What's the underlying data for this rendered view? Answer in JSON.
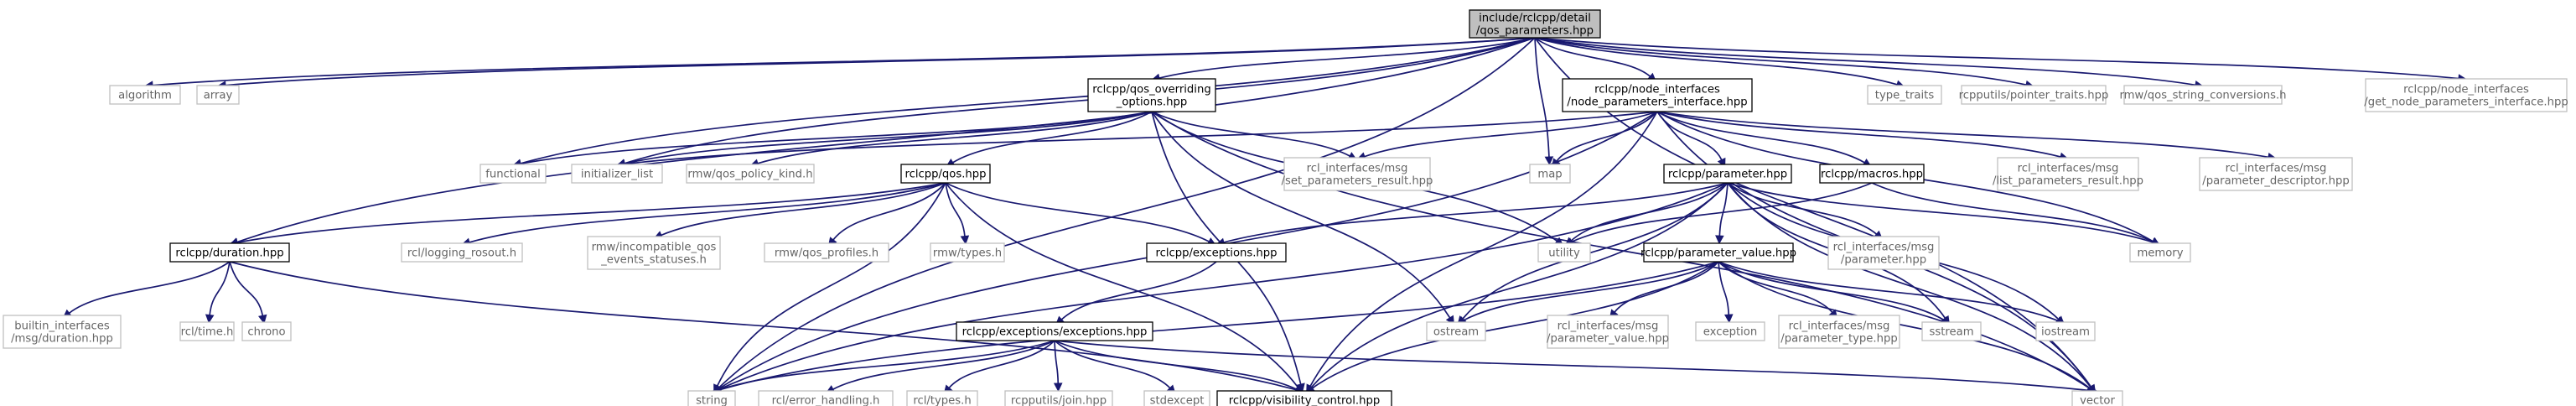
{
  "nodes": [
    {
      "id": "main",
      "lines": [
        "include/rclcpp/detail",
        "/qos_parameters.hpp"
      ],
      "kind": "main"
    },
    {
      "id": "algorithm",
      "lines": [
        "algorithm"
      ],
      "kind": "ext"
    },
    {
      "id": "array",
      "lines": [
        "array"
      ],
      "kind": "ext"
    },
    {
      "id": "qos_overriding",
      "lines": [
        "rclcpp/qos_overriding",
        "_options.hpp"
      ],
      "kind": "local"
    },
    {
      "id": "node_params_iface",
      "lines": [
        "rclcpp/node_interfaces",
        "/node_parameters_interface.hpp"
      ],
      "kind": "local"
    },
    {
      "id": "type_traits",
      "lines": [
        "type_traits"
      ],
      "kind": "ext"
    },
    {
      "id": "pointer_traits",
      "lines": [
        "rcpputils/pointer_traits.hpp"
      ],
      "kind": "ext"
    },
    {
      "id": "qos_string_conv",
      "lines": [
        "rmw/qos_string_conversions.h"
      ],
      "kind": "ext"
    },
    {
      "id": "get_node_params_iface",
      "lines": [
        "rclcpp/node_interfaces",
        "/get_node_parameters_interface.hpp"
      ],
      "kind": "ext"
    },
    {
      "id": "functional",
      "lines": [
        "functional"
      ],
      "kind": "ext"
    },
    {
      "id": "initializer_list",
      "lines": [
        "initializer_list"
      ],
      "kind": "ext"
    },
    {
      "id": "qos_policy_kind",
      "lines": [
        "rmw/qos_policy_kind.h"
      ],
      "kind": "ext"
    },
    {
      "id": "set_params_result",
      "lines": [
        "rcl_interfaces/msg",
        "/set_parameters_result.hpp"
      ],
      "kind": "ext"
    },
    {
      "id": "map",
      "lines": [
        "map"
      ],
      "kind": "ext"
    },
    {
      "id": "list_params_result",
      "lines": [
        "rcl_interfaces/msg",
        "/list_parameters_result.hpp"
      ],
      "kind": "ext"
    },
    {
      "id": "param_descriptor",
      "lines": [
        "rcl_interfaces/msg",
        "/parameter_descriptor.hpp"
      ],
      "kind": "ext"
    },
    {
      "id": "qos",
      "lines": [
        "rclcpp/qos.hpp"
      ],
      "kind": "local"
    },
    {
      "id": "parameter",
      "lines": [
        "rclcpp/parameter.hpp"
      ],
      "kind": "local"
    },
    {
      "id": "macros",
      "lines": [
        "rclcpp/macros.hpp"
      ],
      "kind": "local"
    },
    {
      "id": "duration",
      "lines": [
        "rclcpp/duration.hpp"
      ],
      "kind": "local"
    },
    {
      "id": "logging_rosout",
      "lines": [
        "rcl/logging_rosout.h"
      ],
      "kind": "ext"
    },
    {
      "id": "incompatible_qos",
      "lines": [
        "rmw/incompatible_qos",
        "_events_statuses.h"
      ],
      "kind": "ext"
    },
    {
      "id": "qos_profiles",
      "lines": [
        "rmw/qos_profiles.h"
      ],
      "kind": "ext"
    },
    {
      "id": "rmw_types",
      "lines": [
        "rmw/types.h"
      ],
      "kind": "ext"
    },
    {
      "id": "exceptions_hpp",
      "lines": [
        "rclcpp/exceptions.hpp"
      ],
      "kind": "local"
    },
    {
      "id": "utility",
      "lines": [
        "utility"
      ],
      "kind": "ext"
    },
    {
      "id": "parameter_value",
      "lines": [
        "rclcpp/parameter_value.hpp"
      ],
      "kind": "local"
    },
    {
      "id": "msg_parameter",
      "lines": [
        "rcl_interfaces/msg",
        "/parameter.hpp"
      ],
      "kind": "ext"
    },
    {
      "id": "memory",
      "lines": [
        "memory"
      ],
      "kind": "ext"
    },
    {
      "id": "builtin_duration",
      "lines": [
        "builtin_interfaces",
        "/msg/duration.hpp"
      ],
      "kind": "ext"
    },
    {
      "id": "rcl_time",
      "lines": [
        "rcl/time.h"
      ],
      "kind": "ext"
    },
    {
      "id": "chrono",
      "lines": [
        "chrono"
      ],
      "kind": "ext"
    },
    {
      "id": "exceptions_exceptions",
      "lines": [
        "rclcpp/exceptions/exceptions.hpp"
      ],
      "kind": "local"
    },
    {
      "id": "ostream",
      "lines": [
        "ostream"
      ],
      "kind": "ext"
    },
    {
      "id": "param_value_msg",
      "lines": [
        "rcl_interfaces/msg",
        "/parameter_value.hpp"
      ],
      "kind": "ext"
    },
    {
      "id": "exception",
      "lines": [
        "exception"
      ],
      "kind": "ext"
    },
    {
      "id": "param_type_msg",
      "lines": [
        "rcl_interfaces/msg",
        "/parameter_type.hpp"
      ],
      "kind": "ext"
    },
    {
      "id": "sstream",
      "lines": [
        "sstream"
      ],
      "kind": "ext"
    },
    {
      "id": "iostream",
      "lines": [
        "iostream"
      ],
      "kind": "ext"
    },
    {
      "id": "string",
      "lines": [
        "string"
      ],
      "kind": "ext"
    },
    {
      "id": "error_handling",
      "lines": [
        "rcl/error_handling.h"
      ],
      "kind": "ext"
    },
    {
      "id": "rcl_types",
      "lines": [
        "rcl/types.h"
      ],
      "kind": "ext"
    },
    {
      "id": "rcpputils_join",
      "lines": [
        "rcpputils/join.hpp"
      ],
      "kind": "ext"
    },
    {
      "id": "stdexcept",
      "lines": [
        "stdexcept"
      ],
      "kind": "ext"
    },
    {
      "id": "visibility_control",
      "lines": [
        "rclcpp/visibility_control.hpp"
      ],
      "kind": "local"
    },
    {
      "id": "vector",
      "lines": [
        "vector"
      ],
      "kind": "ext"
    }
  ],
  "edges": [
    [
      "main",
      "algorithm"
    ],
    [
      "main",
      "array"
    ],
    [
      "main",
      "qos_overriding"
    ],
    [
      "main",
      "node_params_iface"
    ],
    [
      "main",
      "type_traits"
    ],
    [
      "main",
      "pointer_traits"
    ],
    [
      "main",
      "qos_string_conv"
    ],
    [
      "main",
      "get_node_params_iface"
    ],
    [
      "main",
      "functional"
    ],
    [
      "main",
      "initializer_list"
    ],
    [
      "main",
      "map"
    ],
    [
      "main",
      "duration"
    ],
    [
      "main",
      "string"
    ],
    [
      "main",
      "vector"
    ],
    [
      "qos_overriding",
      "functional"
    ],
    [
      "qos_overriding",
      "initializer_list"
    ],
    [
      "qos_overriding",
      "qos_policy_kind"
    ],
    [
      "qos_overriding",
      "set_params_result"
    ],
    [
      "qos_overriding",
      "qos"
    ],
    [
      "qos_overriding",
      "utility"
    ],
    [
      "qos_overriding",
      "ostream"
    ],
    [
      "qos_overriding",
      "visibility_control"
    ],
    [
      "qos_overriding",
      "vector"
    ],
    [
      "node_params_iface",
      "map"
    ],
    [
      "node_params_iface",
      "set_params_result"
    ],
    [
      "node_params_iface",
      "list_params_result"
    ],
    [
      "node_params_iface",
      "param_descriptor"
    ],
    [
      "node_params_iface",
      "parameter"
    ],
    [
      "node_params_iface",
      "macros"
    ],
    [
      "node_params_iface",
      "memory"
    ],
    [
      "node_params_iface",
      "visibility_control"
    ],
    [
      "node_params_iface",
      "initializer_list"
    ],
    [
      "node_params_iface",
      "string"
    ],
    [
      "node_params_iface",
      "vector"
    ],
    [
      "qos",
      "logging_rosout"
    ],
    [
      "qos",
      "incompatible_qos"
    ],
    [
      "qos",
      "qos_profiles"
    ],
    [
      "qos",
      "rmw_types"
    ],
    [
      "qos",
      "duration"
    ],
    [
      "qos",
      "exceptions_hpp"
    ],
    [
      "qos",
      "visibility_control"
    ],
    [
      "qos",
      "string"
    ],
    [
      "parameter",
      "exceptions_hpp"
    ],
    [
      "parameter",
      "parameter_value"
    ],
    [
      "parameter",
      "msg_parameter"
    ],
    [
      "parameter",
      "utility"
    ],
    [
      "parameter",
      "memory"
    ],
    [
      "parameter",
      "ostream"
    ],
    [
      "parameter",
      "sstream"
    ],
    [
      "parameter",
      "iostream"
    ],
    [
      "parameter",
      "vector"
    ],
    [
      "parameter",
      "visibility_control"
    ],
    [
      "parameter",
      "string"
    ],
    [
      "macros",
      "utility"
    ],
    [
      "macros",
      "memory"
    ],
    [
      "duration",
      "builtin_duration"
    ],
    [
      "duration",
      "rcl_time"
    ],
    [
      "duration",
      "chrono"
    ],
    [
      "duration",
      "visibility_control"
    ],
    [
      "exceptions_hpp",
      "exceptions_exceptions"
    ],
    [
      "parameter_value",
      "ostream"
    ],
    [
      "parameter_value",
      "param_value_msg"
    ],
    [
      "parameter_value",
      "exception"
    ],
    [
      "parameter_value",
      "param_type_msg"
    ],
    [
      "parameter_value",
      "sstream"
    ],
    [
      "parameter_value",
      "iostream"
    ],
    [
      "parameter_value",
      "vector"
    ],
    [
      "parameter_value",
      "visibility_control"
    ],
    [
      "parameter_value",
      "string"
    ],
    [
      "exceptions_exceptions",
      "error_handling"
    ],
    [
      "exceptions_exceptions",
      "rcl_types"
    ],
    [
      "exceptions_exceptions",
      "rcpputils_join"
    ],
    [
      "exceptions_exceptions",
      "stdexcept"
    ],
    [
      "exceptions_exceptions",
      "visibility_control"
    ],
    [
      "exceptions_exceptions",
      "string"
    ],
    [
      "exceptions_exceptions",
      "vector"
    ]
  ]
}
